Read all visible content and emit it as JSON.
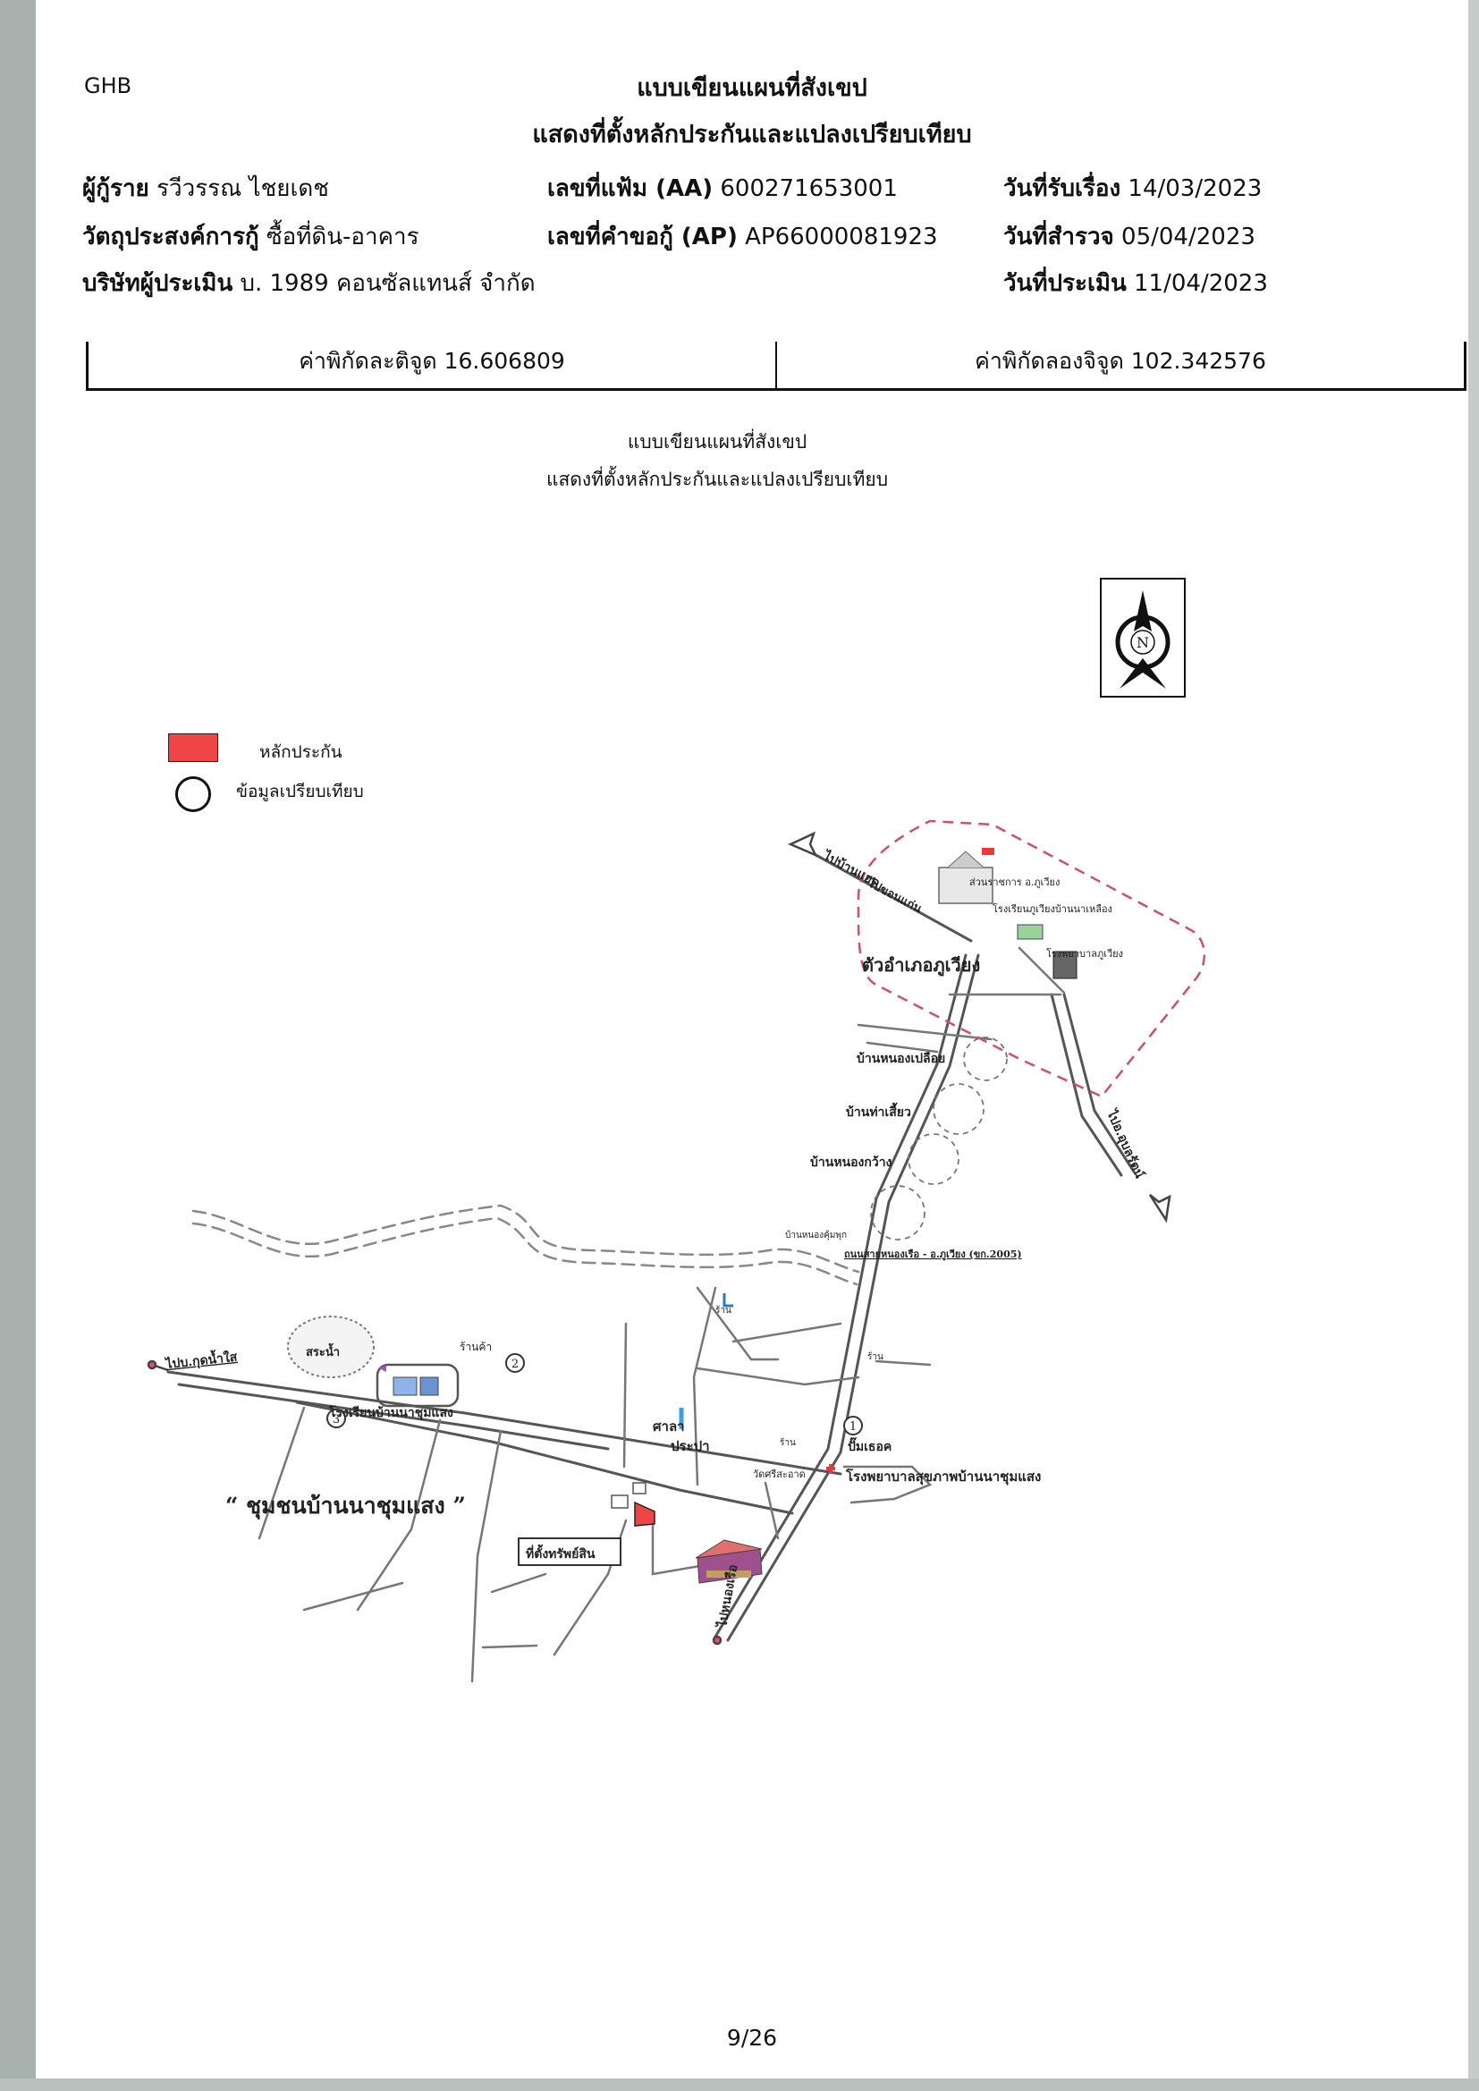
{
  "header": {
    "logo_text": "GHB",
    "title_line1": "แบบเขียนแผนที่สังเขป",
    "title_line2": "แสดงที่ตั้งหลักประกันและแปลงเปรียบเทียบ"
  },
  "info": {
    "borrower_label": "ผู้กู้ราย",
    "borrower_value": "รวีวรรณ ไชยเดช",
    "purpose_label": "วัตถุประสงค์การกู้",
    "purpose_value": "ซื้อที่ดิน-อาคาร",
    "appraiser_label": "บริษัทผู้ประเมิน",
    "appraiser_value": "บ. 1989 คอนซัลแทนส์ จำกัด",
    "file_label": "เลขที่แฟ้ม (AA)",
    "file_value": "600271653001",
    "request_label": "เลขที่คำขอกู้ (AP)",
    "request_value": "AP66000081923",
    "received_label": "วันที่รับเรื่อง",
    "received_value": "14/03/2023",
    "survey_label": "วันที่สำรวจ",
    "survey_value": "05/04/2023",
    "appraise_label": "วันที่ประเมิน",
    "appraise_value": "11/04/2023"
  },
  "coords": {
    "latitude": "ค่าพิกัดละติจูด 16.606809",
    "longitude": "ค่าพิกัดลองจิจูด 102.342576"
  },
  "map": {
    "subtitle1": "แบบเขียนแผนที่สังเขป",
    "subtitle2": "แสดงที่ตั้งหลักประกันและแปลงเปรียบเทียบ",
    "legend": {
      "collateral": "หลักประกัน",
      "comparison": "ข้อมูลเปรียบเทียบ",
      "collateral_color": "#ef4547"
    },
    "compass_letter": "N",
    "labels": {
      "to_khon_kaen": "ไปขอนแก่น",
      "to_ban_haet": "ไปบ้านแฮด",
      "district_office": "ส่วนราชการ อ.ภูเวียง",
      "school_top": "โรงเรียนภูเวียงบ้านนาเหลือง",
      "hospital_top": "โรงพยาบาลภูเวียง",
      "district_town": "ตัวอำเภอภูเวียง",
      "village_1": "บ้านหนองเปลือย",
      "village_2": "บ้านท่าเสี้ยว",
      "village_3": "บ้านหนองกว้าง",
      "village_4": "บ้านหนองคุ้มพุก",
      "highway": "ถนนสายหนองเรือ - อ.ภูเวียง (ขก.2005)",
      "to_ubolratana": "ไปอ.อุบลรัตน์",
      "pond": "สระน้ำ",
      "shop": "ร้านค้า",
      "school_left": "โรงเรียนบ้านนาชุมแสง",
      "sala": "ศาลา",
      "water_tank": "ประปา",
      "pump": "ปั๊มเธอค",
      "temple": "วัดศรีสะอาด",
      "hospital_bottom": "โรงพยาบาลสุขภาพบ้านนาชุมแสง",
      "community": "“ ชุมชนบ้านนาชุมแสง ”",
      "property": "ที่ตั้งทรัพย์สิน",
      "to_nong_ruea": "ไปหนองเรือ",
      "misc_1": "ร้าน",
      "misc_2": "ร้าน",
      "misc_3": "ร้าน",
      "marker_1": "1",
      "marker_2": "2",
      "marker_3": "3"
    }
  },
  "footer": {
    "page": "9/26"
  }
}
